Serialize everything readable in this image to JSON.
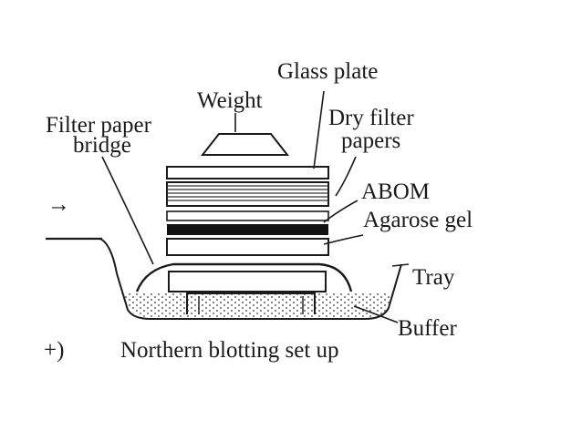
{
  "diagram": {
    "caption": "Northern blotting set up",
    "left_fragment_top": "→",
    "left_fragment_bottom": "+)",
    "labels": {
      "glass_plate": "Glass plate",
      "weight": "Weight",
      "filter_paper_bridge_line1": "Filter paper",
      "filter_paper_bridge_line2": "bridge",
      "dry_filter_papers_line1": "Dry filter",
      "dry_filter_papers_line2": "papers",
      "abom": "ABOM",
      "agarose_gel": "Agarose gel",
      "tray": "Tray",
      "buffer": "Buffer"
    }
  }
}
